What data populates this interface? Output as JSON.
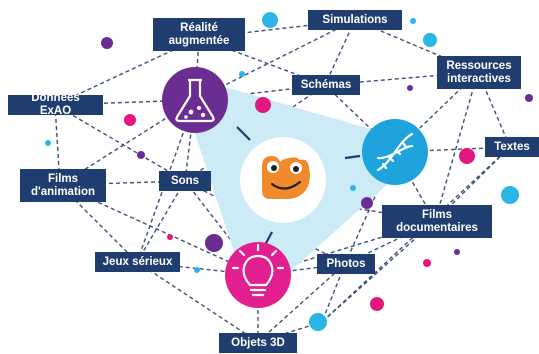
{
  "labels": {
    "realite_augmentee": "Réalité\naugmentée",
    "simulations": "Simulations",
    "donnees_exao": "Données ExAO",
    "schemas": "Schémas",
    "ressources_interactives": "Ressources\ninteractives",
    "textes": "Textes",
    "films_animation": "Films\nd'animation",
    "sons": "Sons",
    "films_documentaires": "Films\ndocumentaires",
    "jeux_serieux": "Jeux sérieux",
    "photos": "Photos",
    "objets_3d": "Objets 3D"
  },
  "icons": {
    "science": "flask-icon",
    "biology": "dna-icon",
    "idea": "lightbulb-icon",
    "mascot": "frog-mascot-icon"
  },
  "colors": {
    "label_bg": "#1f3d6e",
    "label_text": "#ffffff",
    "dashed_line": "#3d4f7a",
    "science_hub": "#6b2d91",
    "biology_hub": "#1ea3dc",
    "idea_hub": "#e21f8f",
    "triangle": "#cdeaf7",
    "mascot": "#f08a2b",
    "dot_pink": "#e2187f",
    "dot_cyan": "#2bb4e6",
    "dot_purple": "#6b2d91"
  }
}
